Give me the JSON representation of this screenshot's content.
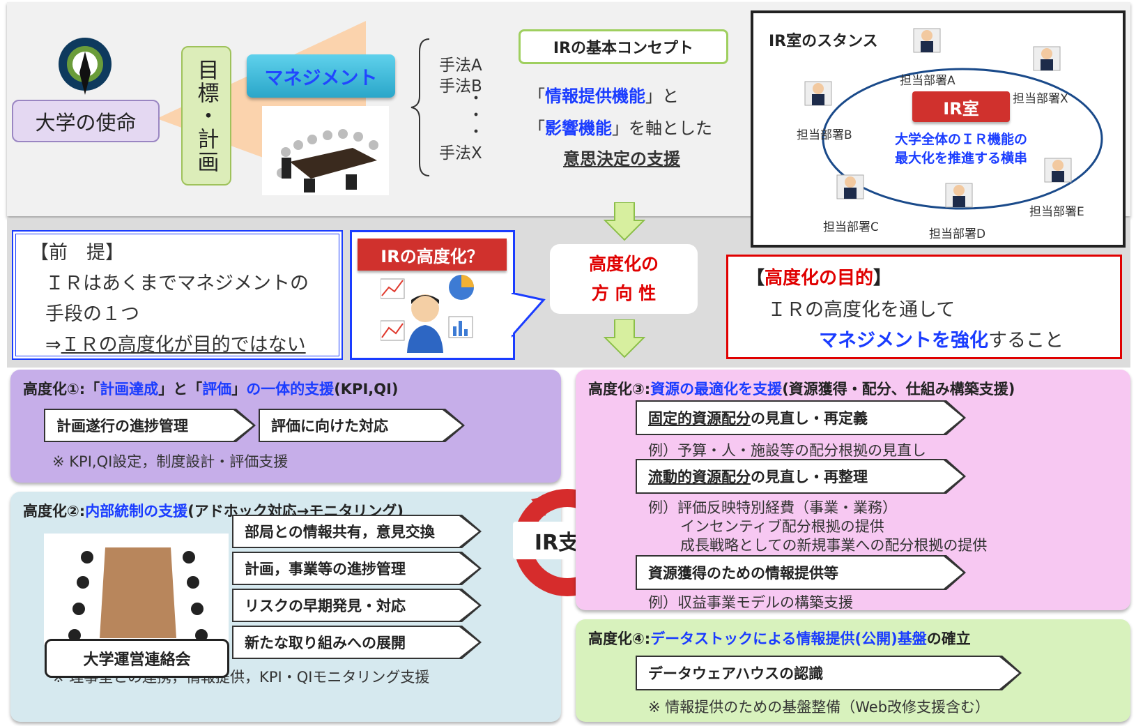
{
  "top": {
    "mission": "大学の使命",
    "goal": "目標・計画",
    "management": "マネジメント",
    "methods": [
      "手法A",
      "手法B",
      "手法X"
    ],
    "concept_label": "IRの基本コンセプト",
    "concept_line1_pre": "「",
    "concept_line1_em": "情報提供機能",
    "concept_line1_post": "」と",
    "concept_line2_pre": "「",
    "concept_line2_em": "影響機能",
    "concept_line2_post": "」を軸とした",
    "concept_line3": "意思決定の支援"
  },
  "stance": {
    "title": "IR室のスタンス",
    "center_label": "IR室",
    "center_text_1": "大学全体のＩＲ機能の",
    "center_text_2": "最大化を推進する横串",
    "depts": [
      "担当部署A",
      "担当部署X",
      "担当部署B",
      "担当部署C",
      "担当部署D",
      "担当部署E"
    ]
  },
  "premise": {
    "title": "【前　提】",
    "line1": "ＩＲはあくまでマネジメントの",
    "line2": "手段の１つ",
    "line3_prefix": "⇒",
    "line3_u": "ＩＲの高度化が目的ではない"
  },
  "ir_advance_label": "IRの高度化？",
  "direction": {
    "line1": "高度化の",
    "line2": "方 向 性"
  },
  "purpose": {
    "title_open": "【",
    "title": "高度化の目的",
    "title_close": "】",
    "line1": "ＩＲの高度化を通して",
    "line2_em": "マネジメントを強化",
    "line2_post": "すること"
  },
  "sec1": {
    "title_pre": "高度化①:「",
    "title_em1": "計画達成",
    "title_mid": "」と「",
    "title_em2": "評価",
    "title_mid2": "」",
    "title_em3": "の一体的支援",
    "title_post": "(KPI,QI)",
    "pills": [
      "計画遂行の進捗管理",
      "評価に向けた対応"
    ],
    "note": "※ KPI,QI設定，制度設計・評価支援"
  },
  "sec2": {
    "title_pre": "高度化②:",
    "title_em": "内部統制の支援",
    "title_post": "(アドホック対応→モニタリング)",
    "pills": [
      "部局との情報共有，意見交換",
      "計画，事業等の進捗管理",
      "リスクの早期発見・対応",
      "新たな取り組みへの展開"
    ],
    "meeting": "大学運営連絡会",
    "note": "※ 理事室との連携，情報提供，KPI・QIモニタリング支援"
  },
  "ir_support": "IR支援",
  "sec3": {
    "title_pre": "高度化③:",
    "title_em": "資源の最適化を支援",
    "title_post": "(資源獲得・配分、仕組み構築支援)",
    "pill1_u": "固定的資源配分",
    "pill1_post": "の見直し・再定義",
    "note1": "例）予算・人・施設等の配分根拠の見直し",
    "pill2_u": "流動的資源配分",
    "pill2_post": "の見直し・再整理",
    "note2_l1": "例）評価反映特別経費（事業・業務）",
    "note2_l2": "インセンティブ配分根拠の提供",
    "note2_l3": "成長戦略としての新規事業への配分根拠の提供",
    "pill3": "資源獲得のための情報提供等",
    "note3": "例）収益事業モデルの構築支援"
  },
  "sec4": {
    "title_pre": "高度化④:",
    "title_em": "データストックによる情報提供(公開)基盤",
    "title_post": "の確立",
    "pill": "データウェアハウスの認識",
    "note": "※ 情報提供のための基盤整備（Web改修支援含む）"
  },
  "colors": {
    "accent_blue": "#1a3cff",
    "accent_red": "#e00000",
    "sec1_bg": "#c6aee9",
    "sec2_bg": "#d6e9ef",
    "sec3_bg": "#f7c8f2",
    "sec4_bg": "#d8f2bd"
  }
}
